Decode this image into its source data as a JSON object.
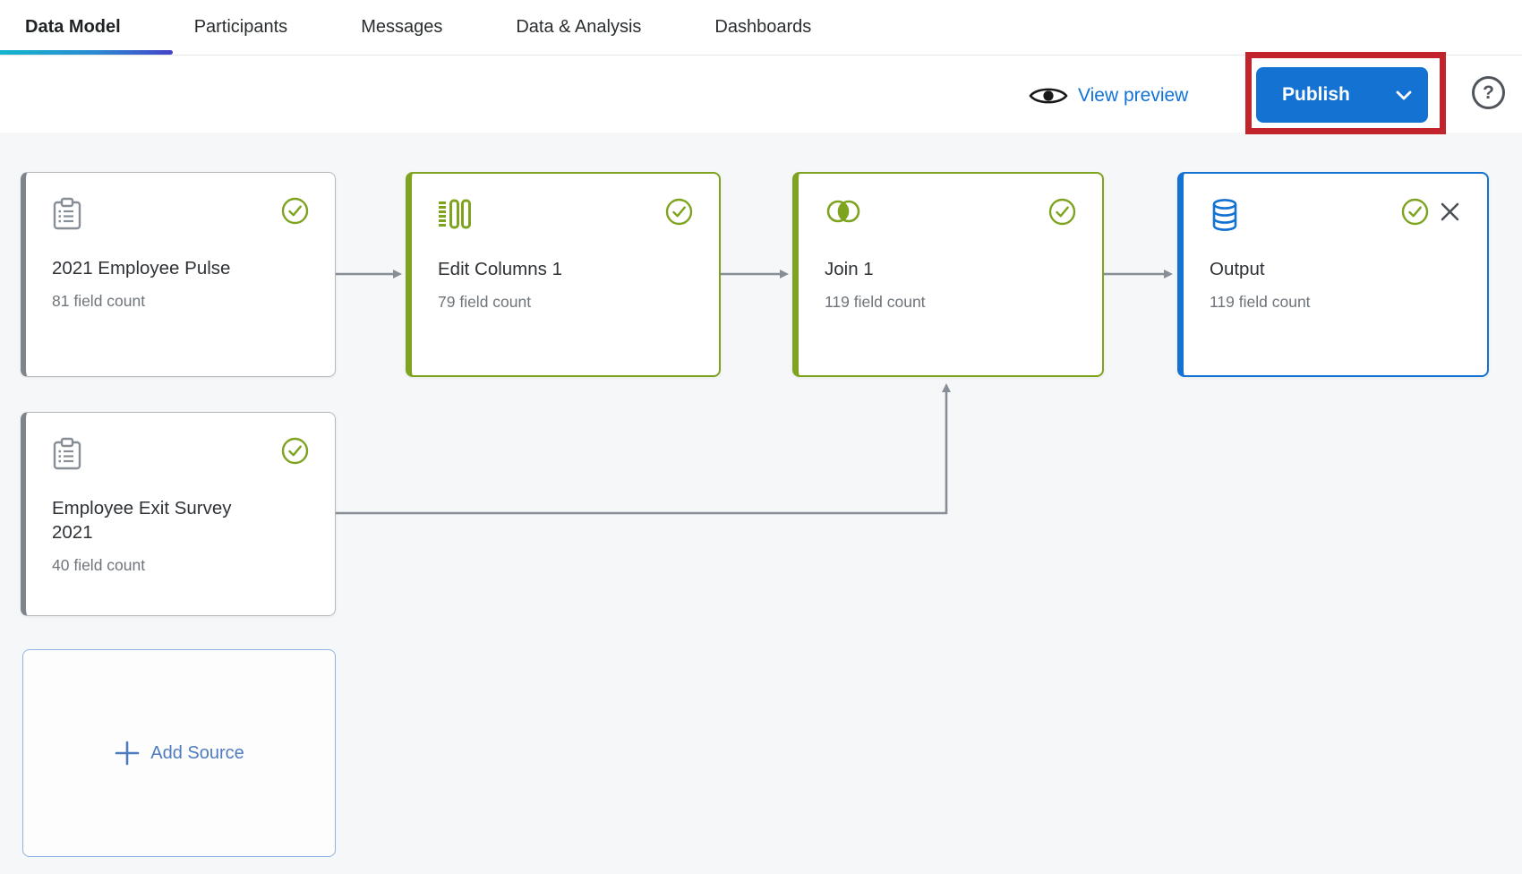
{
  "tabs": {
    "items": [
      {
        "label": "Data Model",
        "active": true
      },
      {
        "label": "Participants",
        "active": false
      },
      {
        "label": "Messages",
        "active": false
      },
      {
        "label": "Data & Analysis",
        "active": false
      },
      {
        "label": "Dashboards",
        "active": false
      }
    ]
  },
  "toolbar": {
    "view_preview": {
      "label": "View preview",
      "icon": "eye-icon"
    },
    "publish": {
      "label": "Publish",
      "icon": "chevron-down-icon",
      "highlighted": true
    },
    "help": {
      "label": "?"
    }
  },
  "annotation": {
    "type": "red-highlight-box",
    "target": "publish-button",
    "color": "#C1242B"
  },
  "canvas": {
    "nodes": [
      {
        "type": "survey-source",
        "icon": "clipboard-icon",
        "title": "2021 Employee Pulse",
        "field_count_label": "81 field count",
        "status": "valid"
      },
      {
        "type": "edit-columns",
        "icon": "edit-columns-icon",
        "title": "Edit Columns 1",
        "field_count_label": "79 field count",
        "status": "valid"
      },
      {
        "type": "join",
        "icon": "join-icon",
        "title": "Join 1",
        "field_count_label": "119 field count",
        "status": "valid"
      },
      {
        "type": "output",
        "icon": "database-icon",
        "title": "Output",
        "field_count_label": "119 field count",
        "status": "valid",
        "removable": true
      },
      {
        "type": "survey-source",
        "icon": "clipboard-icon",
        "title": "Employee Exit Survey 2021",
        "field_count_label": "40 field count",
        "status": "valid"
      },
      {
        "type": "add-source",
        "icon": "plus-icon",
        "label": "Add Source"
      }
    ],
    "connections": [
      {
        "from": "2021 Employee Pulse",
        "to": "Edit Columns 1"
      },
      {
        "from": "Edit Columns 1",
        "to": "Join 1"
      },
      {
        "from": "Employee Exit Survey 2021",
        "to": "Join 1"
      },
      {
        "from": "Join 1",
        "to": "Output"
      }
    ]
  },
  "colors": {
    "accent_blue": "#1473D2",
    "link_blue": "#1272D8",
    "node_green": "#7EA31F",
    "node_gray": "#7E858D",
    "annotation_red": "#C1242B",
    "underline_gradient_start": "#12B6CD",
    "underline_gradient_end": "#4443C9"
  }
}
